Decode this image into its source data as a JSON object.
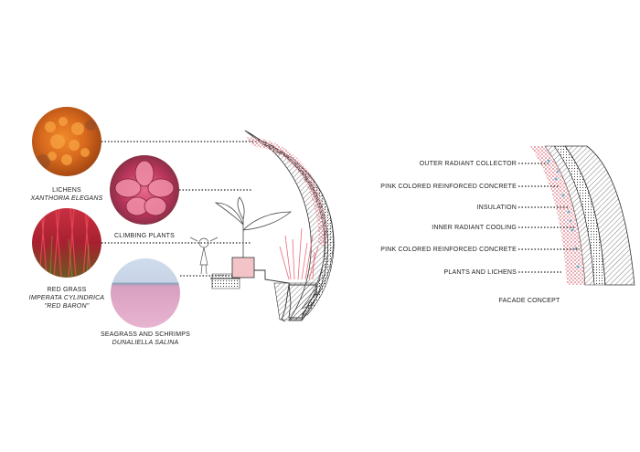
{
  "species": [
    {
      "common": "LICHENS",
      "latin": "XANTHORIA ELEGANS"
    },
    {
      "common": "CLIMBING PLANTS"
    },
    {
      "common": "RED GRASS",
      "latin": "IMPERATA CYLINDRICA",
      "cultivar": "\"RED BARON\""
    },
    {
      "common": "SEAGRASS AND SCHRIMPS",
      "latin": "DUNALIELLA SALINA"
    }
  ],
  "facade": {
    "title": "FACADE CONCEPT",
    "layers": [
      "OUTER RADIANT COLLECTOR",
      "PINK COLORED REINFORCED CONCRETE",
      "INSULATION",
      "INNER RADIANT COOLING",
      "PINK COLORED REINFORCED CONCRETE",
      "PLANTS AND LICHENS"
    ]
  },
  "colors": {
    "pink": "#e8a0a8",
    "pink_dark": "#d86a78",
    "lichen_orange": "#d86a1e",
    "grass_red": "#c8283a",
    "cyan_dot": "#4fb6d8",
    "line": "#333333"
  }
}
